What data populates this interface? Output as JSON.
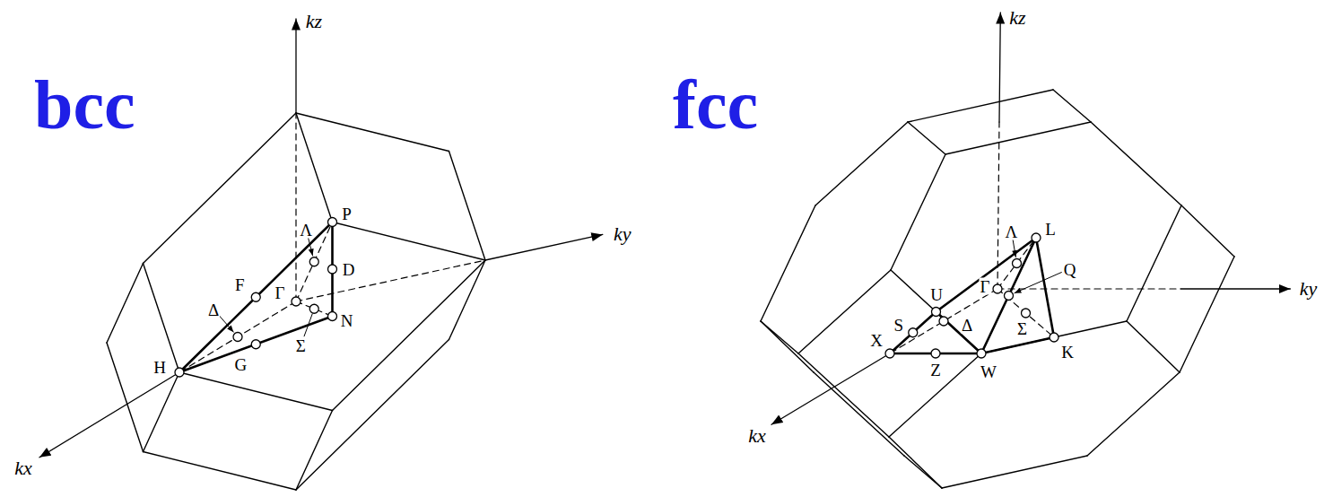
{
  "diagram": {
    "labels": [
      "bcc",
      "kz",
      "ky",
      "kx",
      "P",
      "Λ",
      "F",
      "D",
      "Δ",
      "Γ",
      "H",
      "G",
      "Σ",
      "N",
      "fcc",
      "kz",
      "ky",
      "kx",
      "L",
      "Λ",
      "Q",
      "U",
      "S",
      "Δ",
      "Γ",
      "Σ",
      "X",
      "Z",
      "W",
      "K"
    ]
  }
}
